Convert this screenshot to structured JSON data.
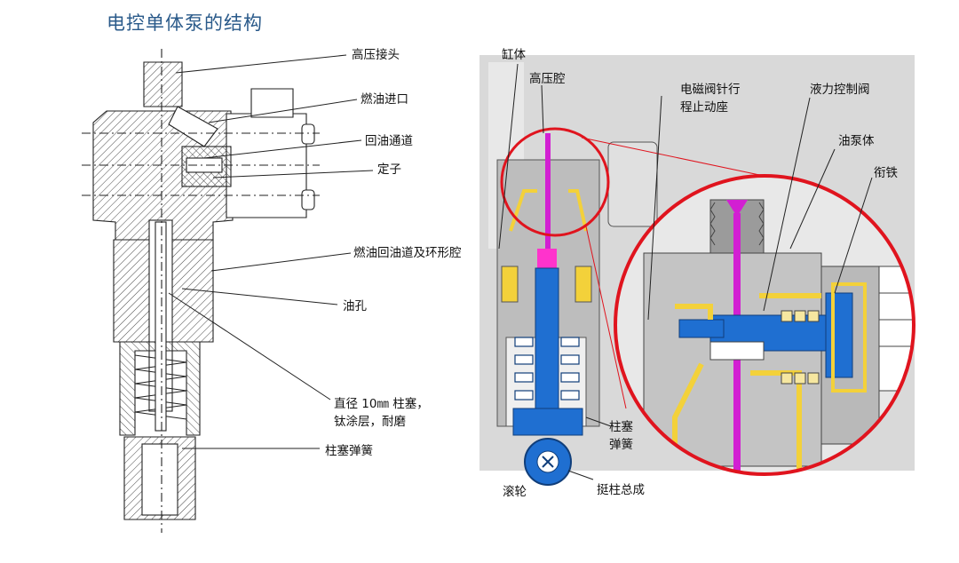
{
  "title": "电控单体泵的结构",
  "left_labels": {
    "high_pressure_connector": "高压接头",
    "fuel_inlet": "燃油进口",
    "return_channel": "回油通道",
    "stator": "定子",
    "return_channel_annular": "燃油回油道及环形腔",
    "oil_hole": "油孔",
    "plunger_line1": "直径 10㎜ 柱塞，",
    "plunger_line2": "钛涂层，耐磨",
    "plunger_spring": "柱塞弹簧"
  },
  "right_labels": {
    "cylinder_body": "缸体",
    "high_pressure_chamber": "高压腔",
    "solenoid_valve_line1": "电磁阀针行",
    "solenoid_valve_line2": "程止动座",
    "hydraulic_control_valve": "液力控制阀",
    "pump_body": "油泵体",
    "armature": "衔铁",
    "plunger_spring_line1": "柱塞",
    "plunger_spring_line2": "弹簧",
    "roller": "滚轮",
    "tappet_assembly": "挺柱总成"
  },
  "colors": {
    "title": "#2a5a8a",
    "plunger_blue": "#1f6fd1",
    "needle_magenta": "#d21fd2",
    "fuel_yellow": "#f3d13a",
    "zoom_circle_red": "#e0141e",
    "body_gray": "#c8c8c8"
  }
}
